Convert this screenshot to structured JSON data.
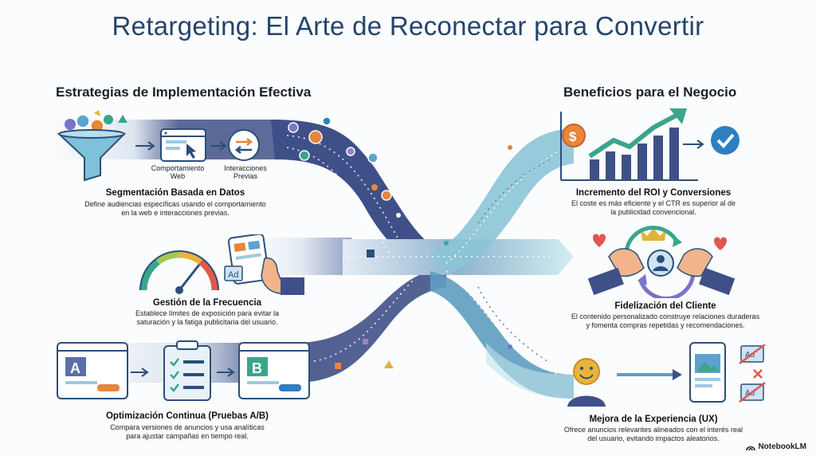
{
  "title": "Retargeting: El Arte de Reconectar para Convertir",
  "left_heading": "Estrategias de Implementación Efectiva",
  "right_heading": "Beneficios para el Negocio",
  "strategies": [
    {
      "title": "Segmentación Basada en Datos",
      "desc_1": "Define audiencias específicas usando el comportamiento",
      "desc_2": "en la web e interacciones previas.",
      "label_a_1": "Comportamiento",
      "label_a_2": "Web",
      "label_b_1": "Interacciones",
      "label_b_2": "Previas"
    },
    {
      "title": "Gestión de la Frecuencia",
      "desc_1": "Establece límites de exposición para evitar la",
      "desc_2": "saturación y la fatiga publicitaria del usuario.",
      "ad_label": "Ad"
    },
    {
      "title": "Optimización Continua (Pruebas A/B)",
      "desc_1": "Compara versiones de anuncios y usa analíticas",
      "desc_2": "para ajustar campañas en tiempo real.",
      "variant_a": "A",
      "variant_b": "B"
    }
  ],
  "benefits": [
    {
      "title": "Incremento del ROI y Conversiones",
      "desc_1": "El coste es más eficiente y el CTR es superior al de",
      "desc_2": "la publicidad convencional.",
      "coin_symbol": "$"
    },
    {
      "title": "Fidelización del Cliente",
      "desc_1": "El contenido personalizado construye relaciones duraderas",
      "desc_2": "y fomenta compras repetidas y recomendaciones."
    },
    {
      "title": "Mejora de la Experiencia (UX)",
      "desc_1": "Ofrece anuncios relevantes alineados con el interés real",
      "desc_2": "del usuario, evitando impactos aleatorios.",
      "ad_label": "Ad"
    }
  ],
  "brand": "NotebookLM",
  "colors": {
    "title": "#24446b",
    "flow_dark": "#3c4f86",
    "flow_light": "#bfe5ea",
    "accent_orange": "#e8863a",
    "accent_green": "#3aa58c",
    "accent_blue": "#2d7fc1",
    "heart_red": "#e0574f"
  }
}
